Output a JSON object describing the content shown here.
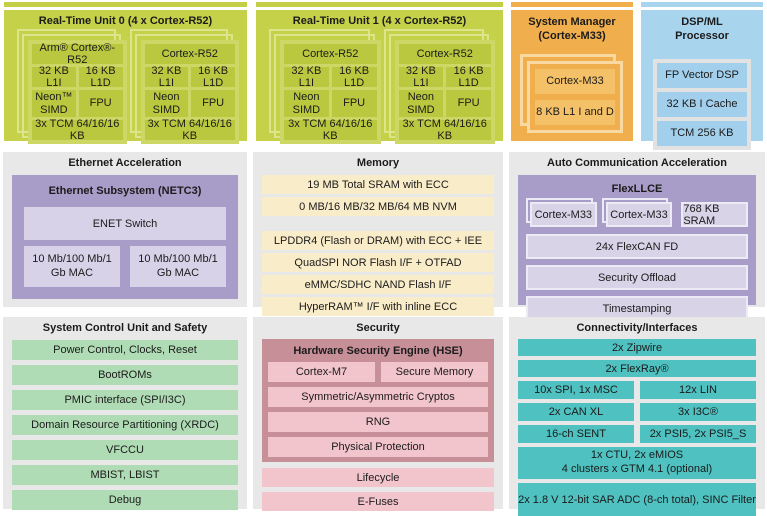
{
  "colors": {
    "rtu_green": "#c5d149",
    "rtu_block_green": "#b9c83f",
    "rtu_card_green": "#ccd765",
    "orange": "#f0ae4d",
    "orange_block": "#f4c169",
    "blue": "#a9d4ee",
    "blue_frame": "#e2e2e2",
    "gray_section": "#e9e8e9",
    "purple": "#a89cc8",
    "purple_light": "#d8d2e8",
    "cream": "#f9ecc9",
    "green_row": "#b0dcb5",
    "rose": "#c79098",
    "pink": "#f2c4cc",
    "teal": "#4ec1c0"
  },
  "rtu0": {
    "title": "Real-Time Unit 0 (4 x Cortex-R52)",
    "cores": [
      {
        "name": "Arm® Cortex®-R52",
        "l1i": "32 KB L1I",
        "l1d": "16 KB L1D",
        "simd": "Neon™ SIMD",
        "fpu": "FPU",
        "tcm": "3x TCM 64/16/16 KB"
      },
      {
        "name": "Cortex-R52",
        "l1i": "32 KB L1I",
        "l1d": "16 KB L1D",
        "simd": "Neon SIMD",
        "fpu": "FPU",
        "tcm": "3x TCM 64/16/16 KB"
      }
    ]
  },
  "rtu1": {
    "title": "Real-Time Unit 1 (4 x Cortex-R52)",
    "cores": [
      {
        "name": "Cortex-R52",
        "l1i": "32 KB L1I",
        "l1d": "16 KB L1D",
        "simd": "Neon SIMD",
        "fpu": "FPU",
        "tcm": "3x TCM 64/16/16 KB"
      },
      {
        "name": "Cortex-R52",
        "l1i": "32 KB L1I",
        "l1d": "16 KB L1D",
        "simd": "Neon SIMD",
        "fpu": "FPU",
        "tcm": "3x TCM 64/16/16 KB"
      }
    ]
  },
  "system_manager": {
    "title_line1": "System Manager",
    "title_line2": "(Cortex-M33)",
    "core": "Cortex-M33",
    "cache": "8 KB L1 I and D"
  },
  "dsp": {
    "title_line1": "DSP/ML",
    "title_line2": "Processor",
    "rows": [
      "FP Vector DSP",
      "32 KB I Cache",
      "TCM 256 KB"
    ]
  },
  "ethernet": {
    "title": "Ethernet Acceleration",
    "subsystem_title": "Ethernet Subsystem (NETC3)",
    "switch": "ENET Switch",
    "mac1": "10 Mb/100 Mb/1 Gb MAC",
    "mac2": "10 Mb/100 Mb/1 Gb MAC"
  },
  "memory": {
    "title": "Memory",
    "group1": [
      "19 MB Total SRAM with ECC",
      "0 MB/16 MB/32 MB/64 MB NVM"
    ],
    "group2": [
      "LPDDR4 (Flash or DRAM) with ECC + IEE",
      "QuadSPI NOR Flash I/F + OTFAD",
      "eMMC/SDHC NAND Flash I/F",
      "HyperRAM™ I/F with inline ECC"
    ]
  },
  "autocomm": {
    "title": "Auto Communication Acceleration",
    "flexllce_title": "FlexLLCE",
    "core1": "Cortex-M33",
    "core2": "Cortex-M33",
    "sram": "768 KB SRAM",
    "rows": [
      "24x FlexCAN FD",
      "Security Offload",
      "Timestamping"
    ]
  },
  "scu": {
    "title": "System Control Unit and Safety",
    "rows": [
      "Power Control, Clocks, Reset",
      "BootROMs",
      "PMIC interface (SPI/I3C)",
      "Domain Resource Partitioning (XRDC)",
      "VFCCU",
      "MBIST, LBIST",
      "Debug"
    ]
  },
  "security": {
    "title": "Security",
    "hse_title": "Hardware Security Engine (HSE)",
    "core": "Cortex-M7",
    "secure_memory": "Secure Memory",
    "rows": [
      "Symmetric/Asymmetric Cryptos",
      "RNG",
      "Physical Protection"
    ],
    "outer_rows": [
      "Lifecycle",
      "E-Fuses"
    ]
  },
  "connectivity": {
    "title": "Connectivity/Interfaces",
    "full_rows": [
      "2x Zipwire",
      "2x FlexRay®"
    ],
    "split_rows": [
      [
        "10x SPI, 1x MSC",
        "12x LIN"
      ],
      [
        "2x CAN XL",
        "3x I3C®"
      ],
      [
        "16-ch SENT",
        "2x PSI5, 2x PSI5_S"
      ]
    ],
    "timer_line1": "1x CTU, 2x eMIOS",
    "timer_line2": "4 clusters x GTM 4.1 (optional)",
    "adc_row": "2x 1.8 V 12-bit SAR ADC (8-ch total), SINC Filter"
  }
}
